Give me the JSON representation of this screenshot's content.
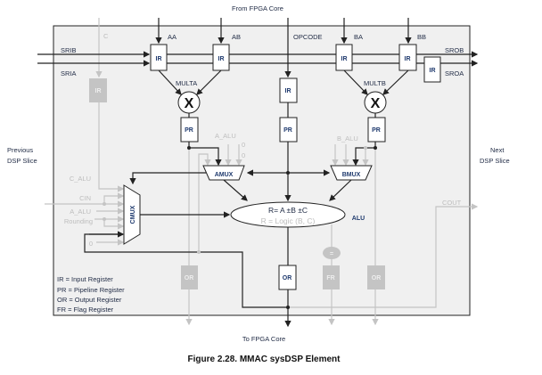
{
  "labels": {
    "from_core": "From FPGA Core",
    "to_core": "To FPGA Core",
    "previous_slice": [
      "Previous",
      "DSP Slice"
    ],
    "next_slice": [
      "Next",
      "DSP Slice"
    ],
    "c": "C",
    "aa": "AA",
    "ab": "AB",
    "opcode": "OPCODE",
    "ba": "BA",
    "bb": "BB",
    "srib": "SRIB",
    "sria": "SRIA",
    "srob": "SROB",
    "sroa": "SROA",
    "multa": "MULTA",
    "multb": "MULTB",
    "a_alu": "A_ALU",
    "b_alu": "B_ALU",
    "zero": "0",
    "c_alu": "C_ALU",
    "cin": "CIN",
    "cmux_a_alu": "A_ALU",
    "rounding": "Rounding",
    "amux": "AMUX",
    "bmux": "BMUX",
    "cmux": "CMUX",
    "alu_eq1": "R= A ±B ±C",
    "alu_eq2": "R = Logic (B, C)",
    "alu": "ALU",
    "cout": "COUT",
    "multiply": "X",
    "equals": "="
  },
  "registers": {
    "ir": "IR",
    "pr": "PR",
    "or": "OR",
    "fr": "FR"
  },
  "legend": [
    "IR = Input Register",
    "PR = Pipeline Register",
    "OR = Output Register",
    "FR = Flag Register"
  ],
  "caption": "Figure 2.28. MMAC sysDSP Element",
  "colors": {
    "active": "#222222",
    "inactive": "#c4c4c4",
    "block_fill": "#f0f0f0"
  }
}
